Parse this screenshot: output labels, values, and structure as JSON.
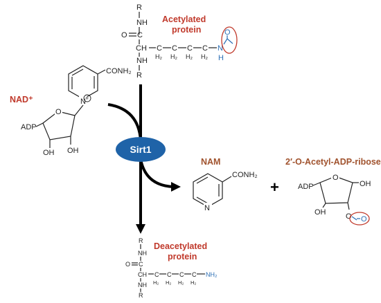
{
  "acetylated": {
    "label_line1": "Acetylated",
    "label_line2": "protein",
    "r_top": "R",
    "nh_top": "NH",
    "o_carbonyl": "O",
    "ch": "CH",
    "nh_bottom": "NH",
    "r_bottom": "R",
    "c1": "C",
    "c2": "C",
    "c3": "C",
    "c4": "C",
    "h2_1": "H₂",
    "h2_2": "H₂",
    "h2_3": "H₂",
    "h2_4": "H₂",
    "n_amide": "N",
    "h_amide": "H",
    "o_acetyl": "O",
    "highlight_color": "#c0392b"
  },
  "nad": {
    "label": "NAD⁺",
    "conh2": "CONH₂",
    "n_plus": "N",
    "plus": "+",
    "o_ring": "O",
    "adp": "ADP",
    "oh1": "OH",
    "oh2": "OH"
  },
  "enzyme": {
    "label": "Sirt1",
    "color": "#1f63a8"
  },
  "nam": {
    "label": "NAM",
    "conh2": "CONH₂",
    "n": "N"
  },
  "plus_sign": "+",
  "oaadpr": {
    "label": "2′-O-Acetyl-ADP-ribose",
    "adp": "ADP",
    "o_ring": "O",
    "oh_right": "OH",
    "oh_bottom": "OH",
    "o_ester": "O",
    "o_acetyl": "O",
    "highlight_color": "#2c6fb5"
  },
  "deacetylated": {
    "label_line1": "Deacetylated",
    "label_line2": "protein",
    "r_top": "R",
    "nh_top": "NH",
    "o_carbonyl": "O",
    "ch": "CH",
    "nh_bottom": "NH",
    "r_bottom": "R",
    "c1": "C",
    "c2": "C",
    "c3": "C",
    "c4": "C",
    "h2_1": "H₂",
    "h2_2": "H₂",
    "h2_3": "H₂",
    "h2_4": "H₂",
    "nh2": "NH₂",
    "nh2_color": "#2c6fb5"
  }
}
